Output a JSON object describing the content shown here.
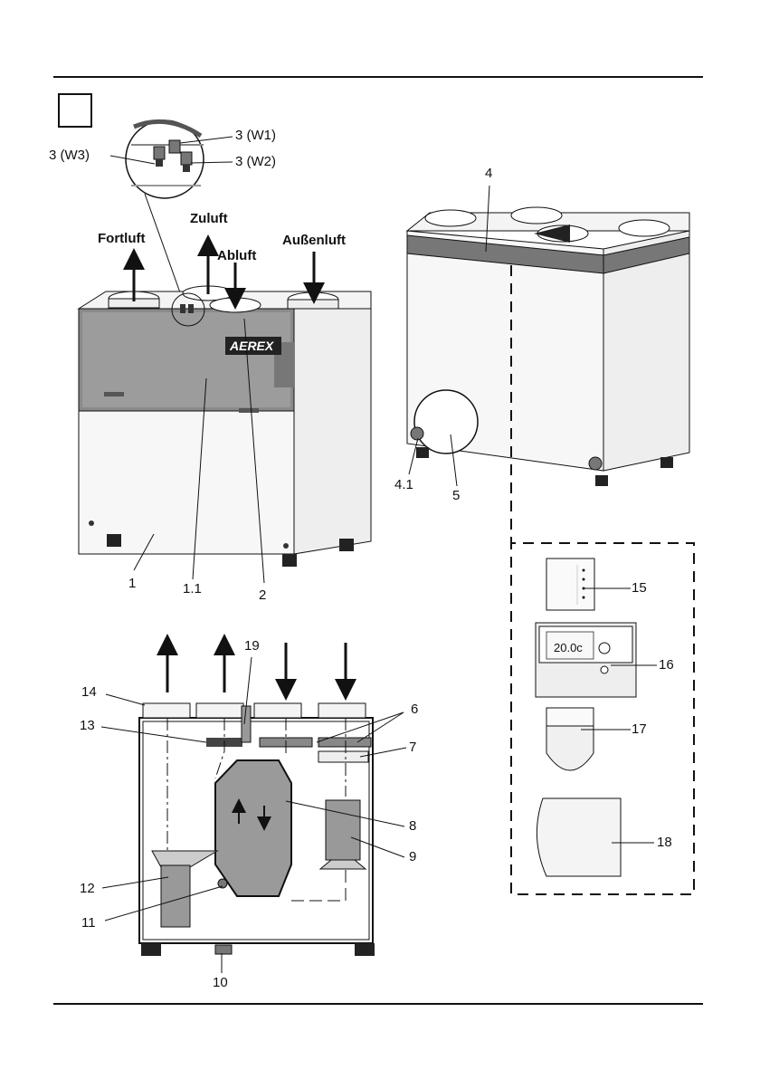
{
  "labels": {
    "w1": "3 (W1)",
    "w2": "3 (W2)",
    "w3": "3 (W3)",
    "fortluft": "Fortluft",
    "zuluft": "Zuluft",
    "abluft": "Abluft",
    "aussenluft": "Außenluft",
    "brand": "AEREX",
    "l1": "1",
    "l1_1": "1.1",
    "l2": "2",
    "l4": "4",
    "l4_1": "4.1",
    "l5": "5",
    "l6": "6",
    "l7": "7",
    "l8": "8",
    "l9": "9",
    "l10": "10",
    "l11": "11",
    "l12": "12",
    "l13": "13",
    "l14": "14",
    "l15": "15",
    "l16": "16",
    "l17": "17",
    "l18": "18",
    "l19": "19",
    "display_temp": "20.0c"
  }
}
